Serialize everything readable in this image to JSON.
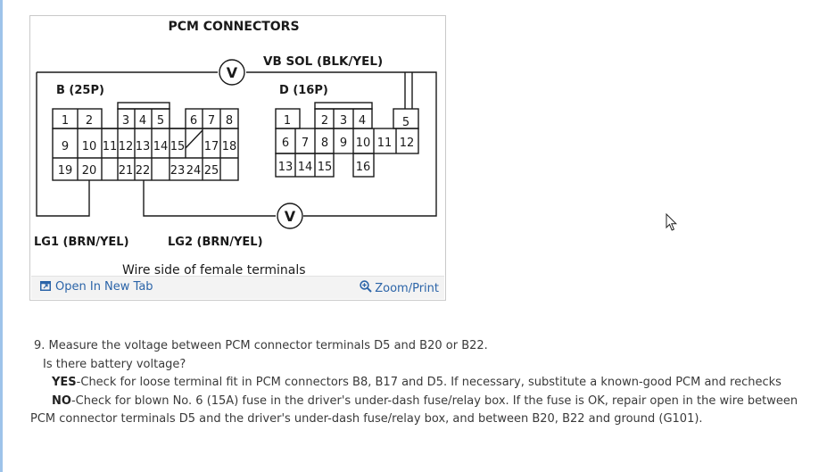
{
  "figure": {
    "title": "PCM CONNECTORS",
    "vb_sol_label": "VB SOL (BLK/YEL)",
    "connector_b_label": "B (25P)",
    "connector_d_label": "D (16P)",
    "lg1_label": "LG1 (BRN/YEL)",
    "lg2_label": "LG2 (BRN/YEL)",
    "caption": "Wire side of female terminals",
    "meter_symbol": "V",
    "connector_b_terminals": [
      "1",
      "2",
      "3",
      "4",
      "5",
      "6",
      "7",
      "8",
      "9",
      "10",
      "11",
      "12",
      "13",
      "14",
      "15",
      "17",
      "18",
      "19",
      "20",
      "21",
      "22",
      "23",
      "24",
      "25"
    ],
    "connector_d_terminals": [
      "1",
      "2",
      "3",
      "4",
      "5",
      "6",
      "7",
      "8",
      "9",
      "10",
      "11",
      "12",
      "13",
      "14",
      "15",
      "16"
    ],
    "open_new_tab_label": "Open In New Tab",
    "zoom_print_label": "Zoom/Print",
    "open_new_tab_icon": "open-new-tab-icon",
    "zoom_icon": "magnifier-plus-icon"
  },
  "steps": {
    "step_line": "9. Measure the voltage between PCM connector terminals D5 and B20 or B22.",
    "question": "Is there battery voltage?",
    "yes_label": "YES",
    "yes_text": "-Check for loose terminal fit in PCM connectors B8, B17 and D5. If necessary, substitute a known-good PCM and rechecks",
    "no_label": "NO",
    "no_text": "-Check for blown No. 6 (15A) fuse in the driver's under-dash fuse/relay box. If the fuse is OK, repair open in the wire between PCM connector terminals D5 and the driver's under-dash fuse/relay box, and between B20, B22 and ground (G101)."
  },
  "colors": {
    "link": "#2b64a8",
    "text": "#3a3a3a",
    "accent_bar": "#9ec3ea"
  },
  "cursor_icon": "mouse-pointer-icon"
}
